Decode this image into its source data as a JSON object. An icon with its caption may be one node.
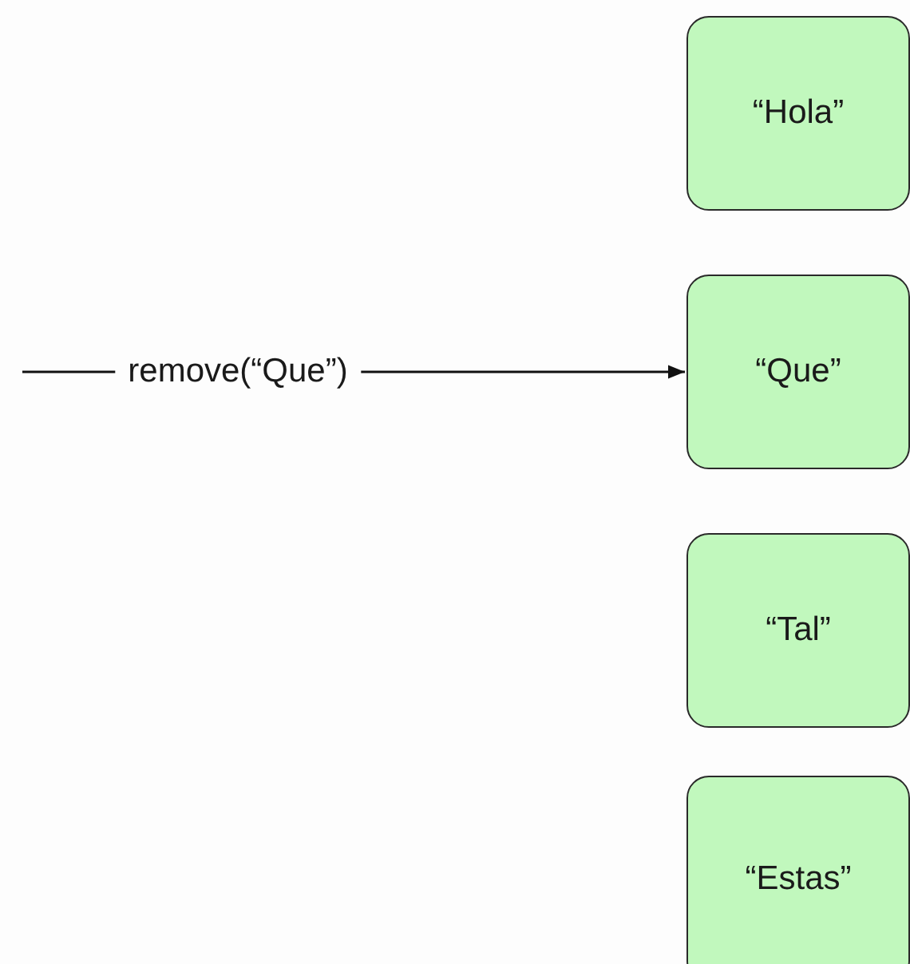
{
  "diagram": {
    "nodes": [
      {
        "text": [
          "“Hola”"
        ]
      },
      {
        "text": [
          "“Que”"
        ]
      },
      {
        "text": [
          "“Tal”"
        ]
      },
      {
        "text": [
          "“Estas”"
        ]
      }
    ],
    "edges": [
      {
        "from": null,
        "to": 1,
        "arrow": "to",
        "label": "remove(“Que”)"
      }
    ]
  }
}
